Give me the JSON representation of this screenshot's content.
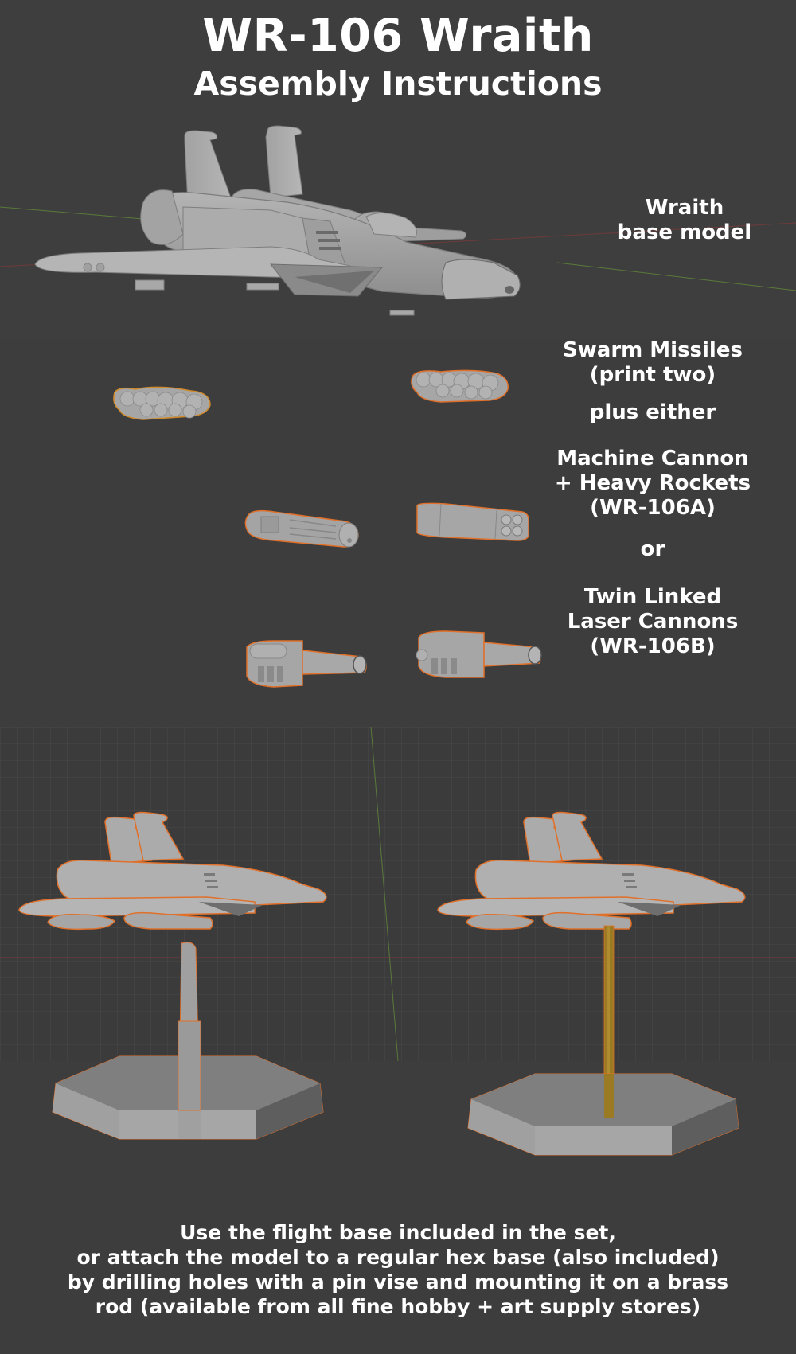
{
  "header": {
    "title": "WR-106 Wraith",
    "subtitle": "Assembly Instructions"
  },
  "base_model": {
    "label_lines": [
      "Wraith",
      "base model"
    ]
  },
  "parts": {
    "swarm_missiles": {
      "label_lines": [
        "Swarm Missiles",
        "(print two)"
      ]
    },
    "connector": "plus either",
    "option_a": {
      "label_lines": [
        "Machine Cannon",
        "+ Heavy Rockets",
        "(WR-106A)"
      ]
    },
    "separator": "or",
    "option_b": {
      "label_lines": [
        "Twin Linked",
        "Laser Cannons",
        "(WR-106B)"
      ]
    }
  },
  "mounting": {
    "left_option": "flight-base",
    "right_option": "hex-base-brass-rod"
  },
  "footer": {
    "lines": [
      "Use the flight base included in the set,",
      "or attach the model to a regular hex base (also included)",
      "by drilling holes with a pin vise and mounting it on a brass",
      "rod (available from all fine hobby + art supply stores)"
    ]
  },
  "colors": {
    "background": "#3d3d3d",
    "model_gray": "#a8a8a8",
    "selection_outline": "#e0702a",
    "brass_rod": "#9a7a22",
    "axis_red": "#8a3a3a",
    "axis_green": "#5a7a3a"
  }
}
